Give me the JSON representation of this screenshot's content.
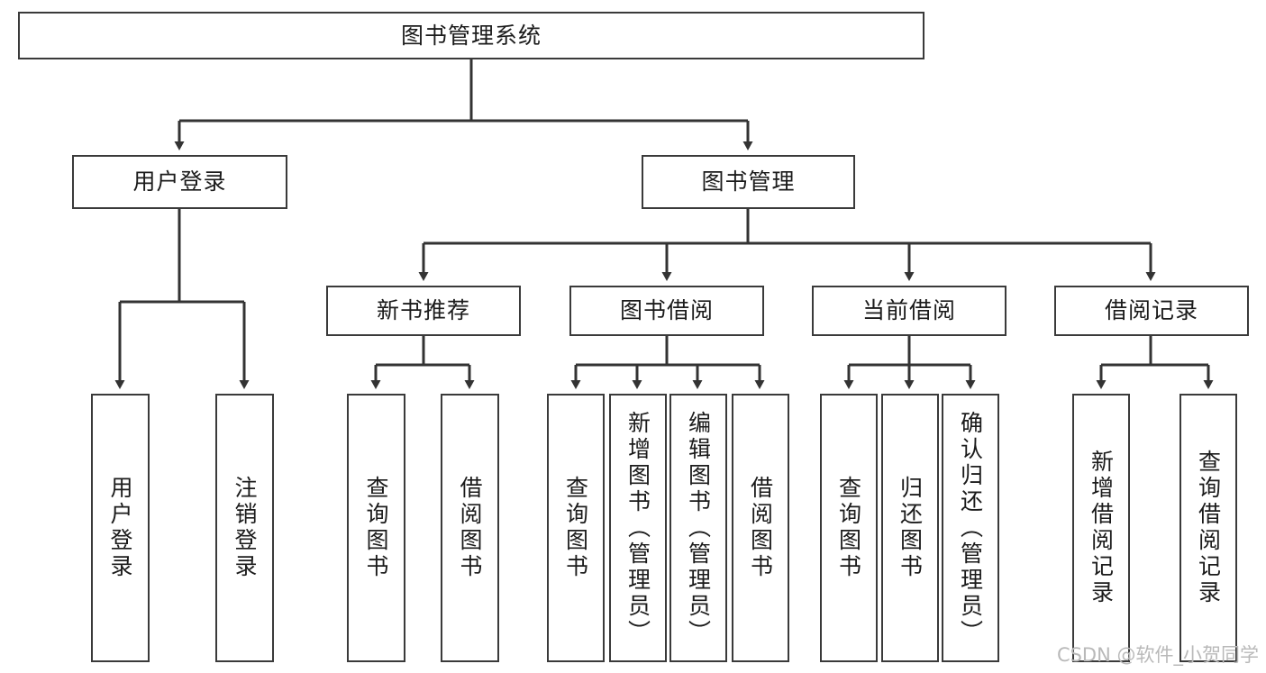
{
  "diagram": {
    "title": "图书管理系统",
    "type": "tree-hierarchy-diagram",
    "colors": {
      "box_border": "#3a3a3a",
      "box_fill": "#ffffff",
      "connector": "#333333",
      "text": "#1b1b1b",
      "watermark": "#b9b9b9"
    },
    "root": {
      "label": "图书管理系统"
    },
    "level2": [
      {
        "label": "用户登录"
      },
      {
        "label": "图书管理"
      }
    ],
    "level3": [
      {
        "label": "新书推荐"
      },
      {
        "label": "图书借阅"
      },
      {
        "label": "当前借阅"
      },
      {
        "label": "借阅记录"
      }
    ],
    "leaves": {
      "user_login": [
        {
          "label": "用户登录"
        },
        {
          "label": "注销登录"
        }
      ],
      "new_book_recommend": [
        {
          "label": "查询图书"
        },
        {
          "label": "借阅图书"
        }
      ],
      "book_borrow": [
        {
          "label": "查询图书"
        },
        {
          "label": "新增图书（管理员）"
        },
        {
          "label": "编辑图书（管理员）"
        },
        {
          "label": "借阅图书"
        }
      ],
      "current_borrow": [
        {
          "label": "查询图书"
        },
        {
          "label": "归还图书"
        },
        {
          "label": "确认归还（管理员）"
        }
      ],
      "borrow_record": [
        {
          "label": "新增借阅记录"
        },
        {
          "label": "查询借阅记录"
        }
      ]
    }
  },
  "watermark": {
    "text": "CSDN @软件_小贺同学"
  }
}
